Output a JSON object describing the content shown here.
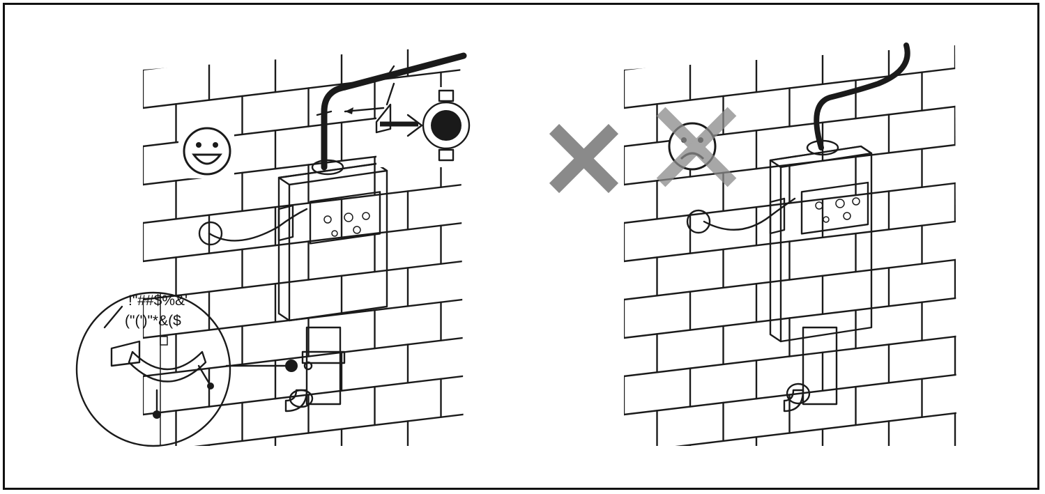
{
  "figure": {
    "panels": [
      {
        "id": "left",
        "verdict": "correct",
        "face": "smiling",
        "zoom_label_line1": "!\"##$%&'",
        "zoom_label_line2": "(\"(')\"*&($"
      },
      {
        "id": "right",
        "verdict": "incorrect",
        "face": "frowning",
        "mark": "X"
      }
    ]
  },
  "icons": {
    "happy": "smiling-face-icon",
    "sad": "frowning-face-icon",
    "cross": "cross-mark-icon"
  },
  "colors": {
    "line": "#1a1a1a",
    "cross_mark": "#8a8a8a",
    "frame": "#111111"
  }
}
